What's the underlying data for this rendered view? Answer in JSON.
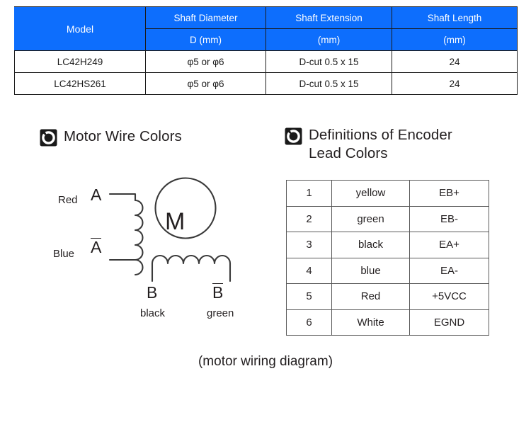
{
  "spec_table": {
    "headers_row1": [
      "Model",
      "Shaft Diameter",
      "Shaft Extension",
      "Shaft Length"
    ],
    "headers_row2": [
      "D (mm)",
      "(mm)",
      "(mm)"
    ],
    "header_bg": "#0d6efd",
    "header_text_color": "#ffffff",
    "rows": [
      {
        "model": "LC42H249",
        "shaft_diameter": "φ5 or φ6",
        "shaft_extension": "D-cut 0.5 x 15",
        "shaft_length": "24"
      },
      {
        "model": "LC42HS261",
        "shaft_diameter": "φ5 or φ6",
        "shaft_extension": "D-cut 0.5 x 15",
        "shaft_length": "24"
      }
    ]
  },
  "motor_section": {
    "icon": "target-ring-icon",
    "title": "Motor Wire Colors",
    "diagram": {
      "red_label": "Red",
      "blue_label": "Blue",
      "phase_a": "A",
      "phase_a_bar": "A",
      "motor_symbol": "M",
      "phase_b": "B",
      "phase_b_bar": "B",
      "b_color": "black",
      "b_bar_color": "green"
    },
    "caption": "(motor wiring diagram)"
  },
  "encoder_section": {
    "icon": "target-ring-icon",
    "title_line1": "Definitions of Encoder",
    "title_line2": "Lead Colors",
    "table_rows": [
      {
        "pin": "1",
        "color": "yellow",
        "signal": "EB+"
      },
      {
        "pin": "2",
        "color": "green",
        "signal": "EB-"
      },
      {
        "pin": "3",
        "color": "black",
        "signal": "EA+"
      },
      {
        "pin": "4",
        "color": "blue",
        "signal": "EA-"
      },
      {
        "pin": "5",
        "color": "Red",
        "signal": "+5VCC"
      },
      {
        "pin": "6",
        "color": "White",
        "signal": "EGND"
      }
    ]
  }
}
